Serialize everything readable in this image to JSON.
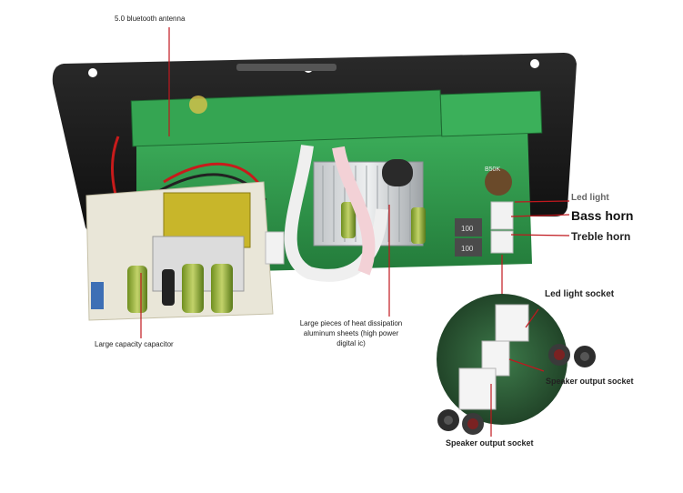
{
  "annotations": {
    "bluetooth_antenna": "5.0 bluetooth antenna",
    "led_light": "Led light",
    "bass_horn": "Bass horn",
    "treble_horn": "Treble horn",
    "led_light_socket": "Led light socket",
    "speaker_output_socket_right": "Speaker output socket",
    "speaker_output_socket_bottom": "Speaker output socket",
    "heat_dissipation": "Large pieces of heat dissipation aluminum sheets (high power digital ic)",
    "capacitor": "Large capacity capacitor"
  },
  "components": {
    "inductor_label_1": "100",
    "inductor_label_2": "100",
    "potentiometer_label": "B50K"
  },
  "colors": {
    "leader_line": "#c0181e",
    "panel": "#1b1b1b",
    "pcb": "#2f9a4c",
    "transformer": "#c8b62a"
  }
}
